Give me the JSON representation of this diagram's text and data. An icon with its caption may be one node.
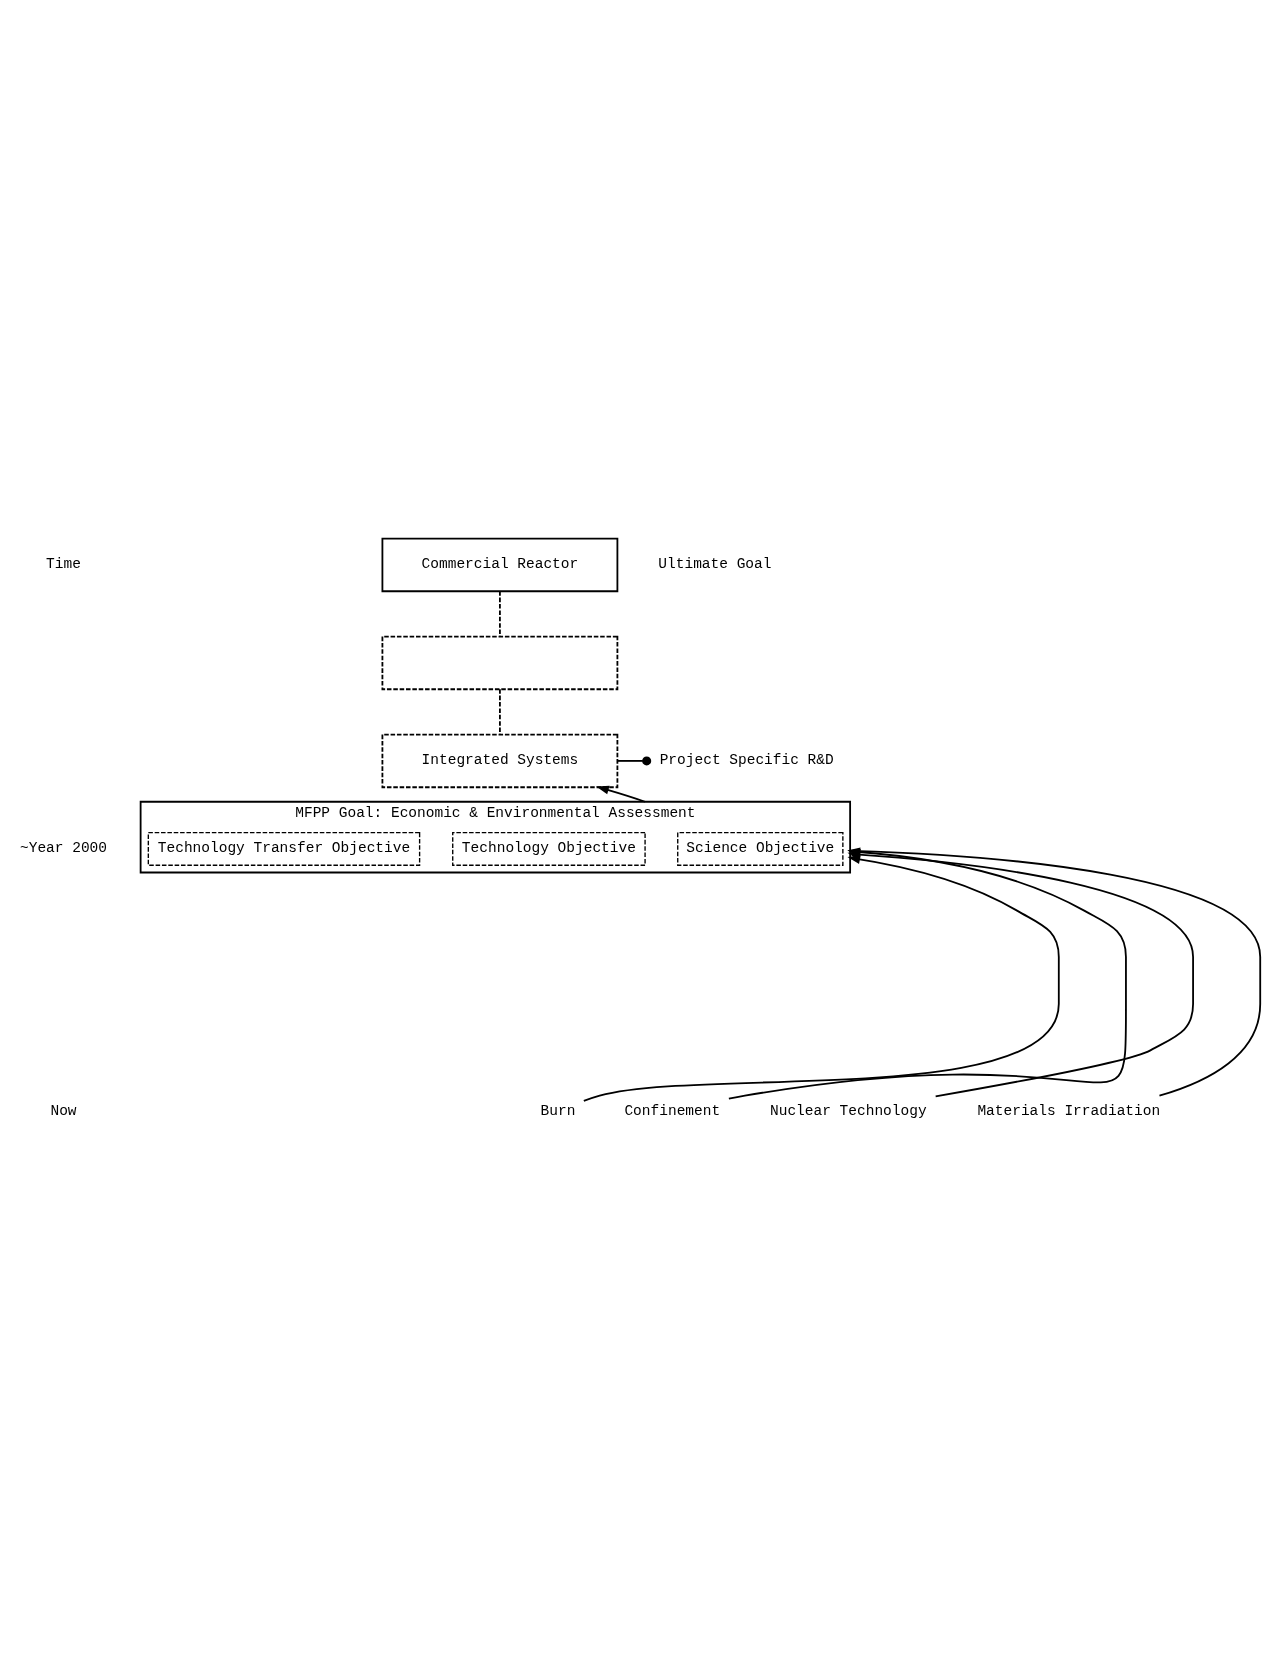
{
  "diagram": {
    "nodes": [
      {
        "text": [
          "Commercial Reactor"
        ],
        "beside": [
          "Ultimate Goal"
        ]
      },
      {
        "text": [],
        "shape": "box"
      },
      {
        "text": [
          "Integrated Systems"
        ]
      },
      {
        "text": [
          "Project Specific R&D"
        ]
      },
      {
        "text": [
          "MFPP Goal: Economic & Environmental Assessment"
        ]
      },
      {
        "text": [
          "Science Objective"
        ],
        "in": 4
      },
      {
        "text": [
          "Technology Objective"
        ],
        "in": 4
      },
      {
        "text": [
          "Technology Transfer Objective"
        ],
        "in": 4
      },
      {
        "text": [
          "Burn"
        ]
      },
      {
        "text": [
          "Confinement"
        ]
      },
      {
        "text": [
          "Nuclear Technology"
        ]
      },
      {
        "text": [
          "Materials Irradiation"
        ]
      }
    ],
    "edges": [
      {
        "from": 0,
        "to": 1,
        "arrow": "none",
        "style": "dashed"
      },
      {
        "from": 1,
        "to": 2,
        "arrow": "none",
        "style": "dashed"
      },
      {
        "from": 3,
        "to": 2,
        "arrow": "other"
      },
      {
        "from": 4,
        "to": 2,
        "arrow": "to"
      },
      {
        "from": 8,
        "to": 4,
        "arrow": "to"
      },
      {
        "from": 9,
        "to": 4,
        "arrow": "to"
      },
      {
        "from": 10,
        "to": 4,
        "arrow": "to"
      },
      {
        "from": 11,
        "to": 4,
        "arrow": "to"
      }
    ],
    "labels": [
      "Time",
      "~Year 2000",
      "Now"
    ]
  }
}
